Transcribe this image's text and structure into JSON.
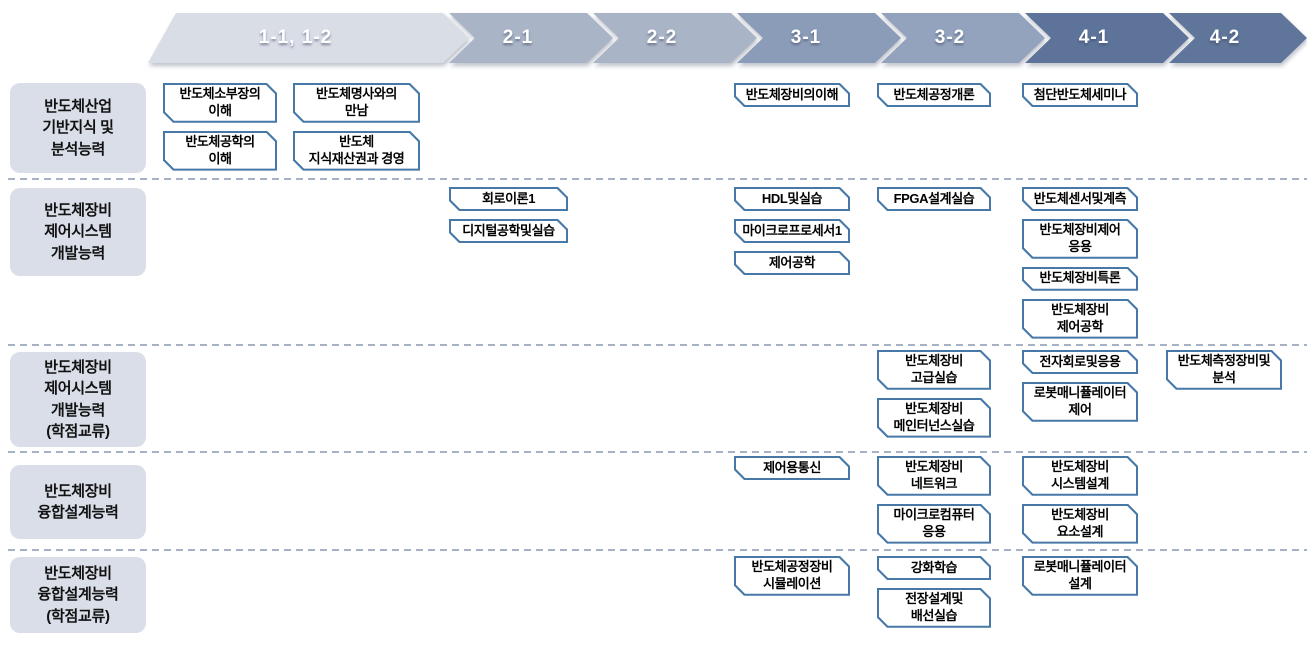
{
  "timeline": {
    "chevrons": [
      {
        "label": "1-1, 1-2",
        "color": "#d9dde6"
      },
      {
        "label": "2-1",
        "color": "#a9b4c6"
      },
      {
        "label": "2-2",
        "color": "#a9b4c6"
      },
      {
        "label": "3-1",
        "color": "#8b9cb8"
      },
      {
        "label": "3-2",
        "color": "#93a3bd"
      },
      {
        "label": "4-1",
        "color": "#5d7399"
      },
      {
        "label": "4-2",
        "color": "#5f7599"
      }
    ]
  },
  "rows": [
    {
      "label": "반도체산업\n기반지식 및\n분석능력",
      "courses": [
        {
          "name": "반도체소부장의\n이해",
          "col": "c1a"
        },
        {
          "name": "반도체공학의\n이해",
          "col": "c1a"
        },
        {
          "name": "반도체명사와의\n만남",
          "col": "c1b"
        },
        {
          "name": "반도체\n지식재산권과 경영",
          "col": "c1b"
        },
        {
          "name": "반도체장비의이해",
          "col": "c31"
        },
        {
          "name": "반도체공정개론",
          "col": "c32"
        },
        {
          "name": "첨단반도체세미나",
          "col": "c41"
        }
      ]
    },
    {
      "label": "반도체장비\n제어시스템\n개발능력",
      "courses": [
        {
          "name": "회로이론1",
          "col": "c21"
        },
        {
          "name": "디지털공학및실습",
          "col": "c21"
        },
        {
          "name": "HDL및실습",
          "col": "c31"
        },
        {
          "name": "마이크로프로세서1",
          "col": "c31"
        },
        {
          "name": "제어공학",
          "col": "c31"
        },
        {
          "name": "FPGA설계실습",
          "col": "c32"
        },
        {
          "name": "반도체센서및계측",
          "col": "c41"
        },
        {
          "name": "반도체장비제어\n응용",
          "col": "c41"
        },
        {
          "name": "반도체장비특론",
          "col": "c41"
        },
        {
          "name": "반도체장비\n제어공학",
          "col": "c41"
        }
      ]
    },
    {
      "label": "반도체장비\n제어시스템\n개발능력\n(학점교류)",
      "courses": [
        {
          "name": "반도체장비\n고급실습",
          "col": "c32"
        },
        {
          "name": "반도체장비\n메인터넌스실습",
          "col": "c32"
        },
        {
          "name": "전자회로및응용",
          "col": "c41"
        },
        {
          "name": "로봇매니퓰레이터\n제어",
          "col": "c41"
        },
        {
          "name": "반도체측정장비및\n분석",
          "col": "c42"
        }
      ]
    },
    {
      "label": "반도체장비\n융합설계능력",
      "courses": [
        {
          "name": "제어용통신",
          "col": "c31"
        },
        {
          "name": "반도체장비\n네트워크",
          "col": "c32"
        },
        {
          "name": "마이크로컴퓨터\n응용",
          "col": "c32"
        },
        {
          "name": "반도체장비\n시스템설계",
          "col": "c41"
        },
        {
          "name": "반도체장비\n요소설계",
          "col": "c41"
        }
      ]
    },
    {
      "label": "반도체장비\n융합설계능력\n(학점교류)",
      "courses": [
        {
          "name": "반도체공정장비\n시뮬레이션",
          "col": "c31"
        },
        {
          "name": "강화학습",
          "col": "c32"
        },
        {
          "name": "전장설계및\n배선실습",
          "col": "c32"
        },
        {
          "name": "로봇매니퓰레이터\n설계",
          "col": "c41"
        }
      ]
    }
  ],
  "colors": {
    "course_border": "#4678a8",
    "row_label_bg": "#d9dee8",
    "separator": "#a7b1c4",
    "chevron_text": "#ffffff"
  }
}
